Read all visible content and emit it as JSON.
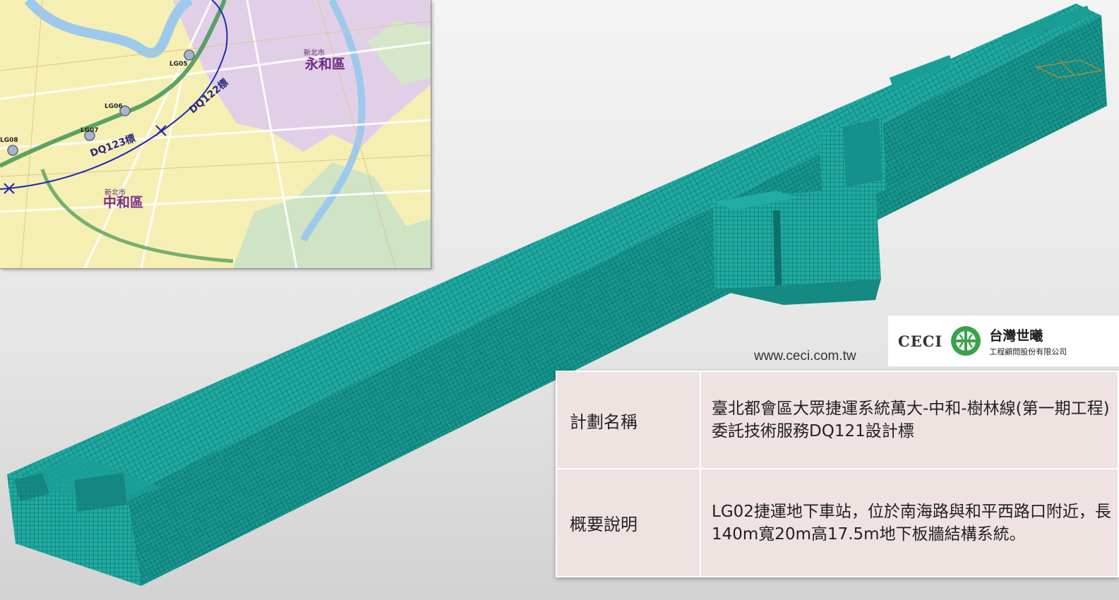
{
  "map": {
    "districts": [
      {
        "prefix": "新北市",
        "name": "永和區"
      },
      {
        "prefix": "新北市",
        "name": "中和區"
      }
    ],
    "stations": [
      "LG05",
      "LG06",
      "LG07",
      "LG08"
    ],
    "contracts": [
      "DQ122標",
      "DQ123標"
    ]
  },
  "logo": {
    "brand": "CECI",
    "company": "台灣世曦",
    "subtitle": "工程顧問股份有限公司"
  },
  "website": "www.ceci.com.tw",
  "info": {
    "project_label": "計劃名稱",
    "project_value": "臺北都會區大眾捷運系統萬大-中和-樹林線(第一期工程)委託技術服務DQ121設計標",
    "summary_label": "概要說明",
    "summary_value": "LG02捷運地下車站，位於南海路與和平西路口附近，長140m寬20m高17.5m地下板牆結構系統。"
  },
  "colors": {
    "mesh": "#1aa39b",
    "mesh_line": "#0c6f69",
    "route_green": "#4a9a5a",
    "route_blue": "#1f2ab0",
    "table_bg": "#efe3e2"
  }
}
